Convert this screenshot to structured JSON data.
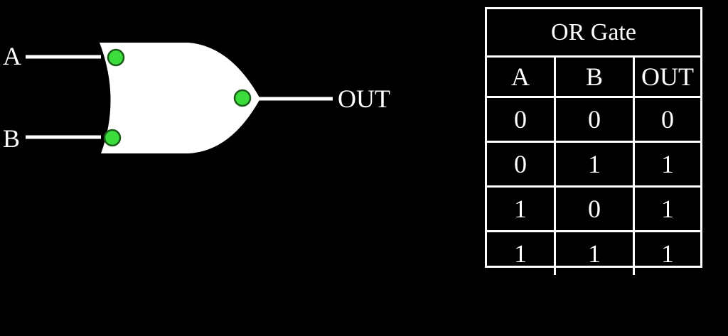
{
  "gate": {
    "type": "OR",
    "inputs": [
      {
        "label": "A",
        "pin_color": "#3ddc3d"
      },
      {
        "label": "B",
        "pin_color": "#3ddc3d"
      }
    ],
    "output": {
      "label": "OUT",
      "pin_color": "#3ddc3d"
    },
    "body_color": "#ffffff",
    "pin_outline_color": "#1a5e1a"
  },
  "truth_table": {
    "title": "OR Gate",
    "headers": [
      "A",
      "B",
      "OUT"
    ],
    "rows": [
      [
        "0",
        "0",
        "0"
      ],
      [
        "0",
        "1",
        "1"
      ],
      [
        "1",
        "0",
        "1"
      ],
      [
        "1",
        "1",
        "1"
      ]
    ]
  }
}
